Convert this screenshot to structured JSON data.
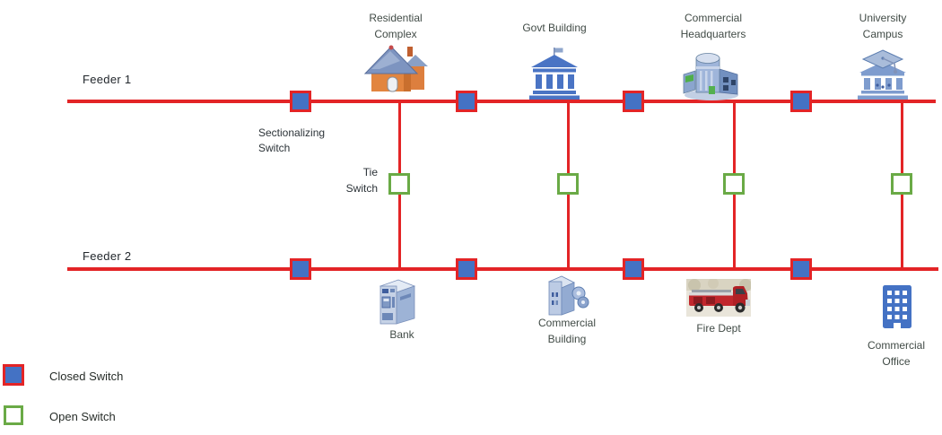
{
  "colors": {
    "line_red": "#e32426",
    "closed_blue": "#4472c4",
    "open_green": "#6aaa46"
  },
  "feeders": {
    "feeder1_label": "Feeder 1",
    "feeder2_label": "Feeder 2"
  },
  "annotations": {
    "sectionalizing_switch": "Sectionalizing\nSwitch",
    "tie_switch": "Tie\nSwitch"
  },
  "buildings": {
    "residential_complex": "Residential\nComplex",
    "govt_building": "Govt Building",
    "commercial_headquarters": "Commercial\nHeadquarters",
    "university_campus": "University\nCampus",
    "bank": "Bank",
    "commercial_building": "Commercial\nBuilding",
    "fire_dept": "Fire Dept",
    "commercial_office": "Commercial\nOffice"
  },
  "legend": {
    "closed_switch": "Closed Switch",
    "open_switch": "Open Switch"
  }
}
